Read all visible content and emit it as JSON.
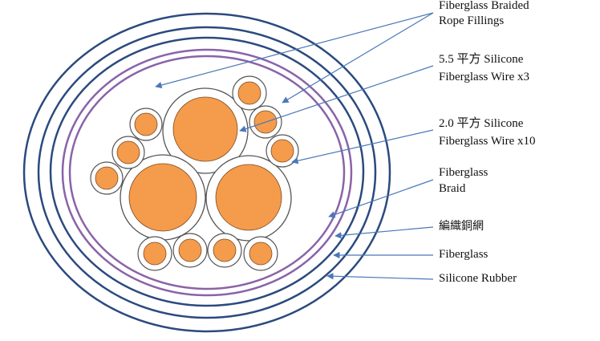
{
  "labels": {
    "rope_fillings": [
      "Fiberglass Braided",
      "Rope Fillings"
    ],
    "wire_5_5": [
      "5.5 平方  Silicone",
      "Fiberglass Wire x3"
    ],
    "wire_2_0": [
      "2.0 平方  Silicone",
      "Fiberglass Wire x10"
    ],
    "fiberglass_braid": [
      "Fiberglass",
      "Braid"
    ],
    "copper_mesh": "編織銅網",
    "fiberglass": "Fiberglass",
    "silicone_rubber": "Silicone Rubber"
  },
  "colors": {
    "outer_rings": "#2b4a7e",
    "braid_rings": "#8a63a8",
    "conductor_fill": "#f59b4c",
    "insulation_stroke": "#555555",
    "leader_line": "#4a78b8",
    "text": "#111111"
  }
}
